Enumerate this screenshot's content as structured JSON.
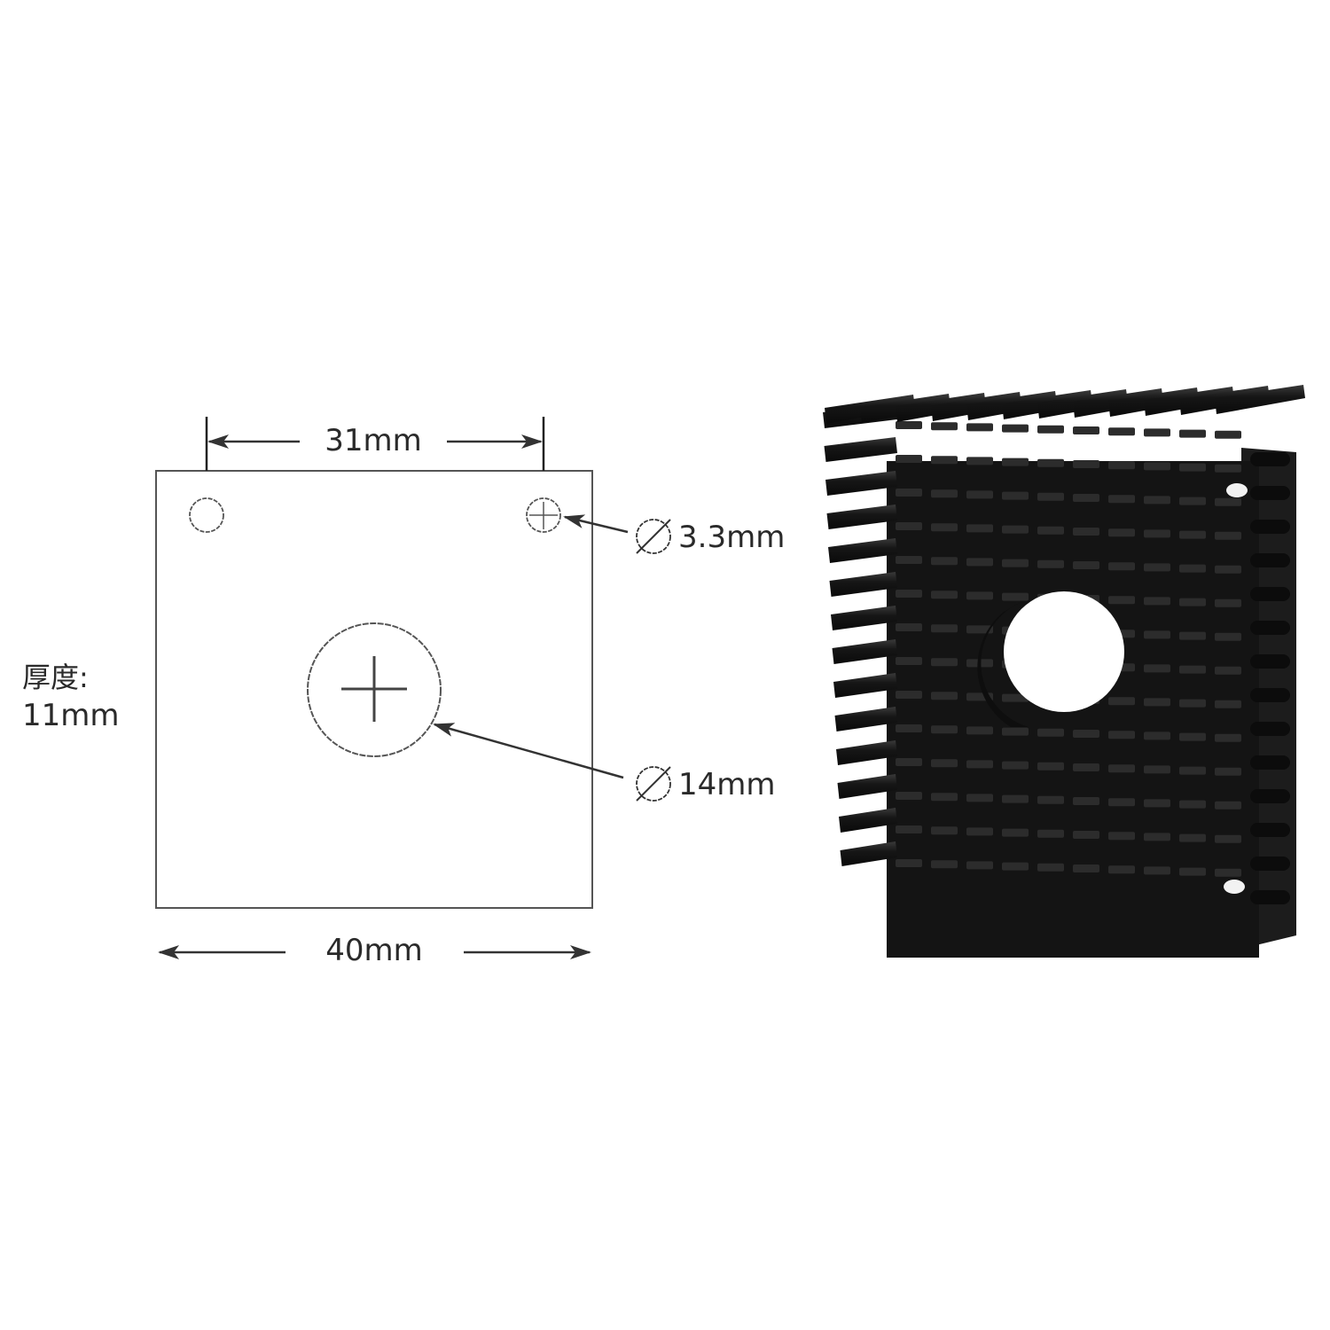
{
  "diagram": {
    "type": "technical-drawing",
    "subject": "heatsink",
    "colors": {
      "background": "#ffffff",
      "line": "#333333",
      "heatsink": "#141414",
      "heatsink_highlight": "#3a3a3a"
    },
    "dimensions": {
      "hole_spacing": "31mm",
      "mounting_hole_diameter": "3.3mm",
      "center_hole_diameter": "14mm",
      "width": "40mm",
      "thickness_label": "厚度:",
      "thickness_value": "11mm"
    },
    "icons": {
      "diameter_symbol": "diameter-icon",
      "crosshair": "crosshair-icon"
    }
  }
}
